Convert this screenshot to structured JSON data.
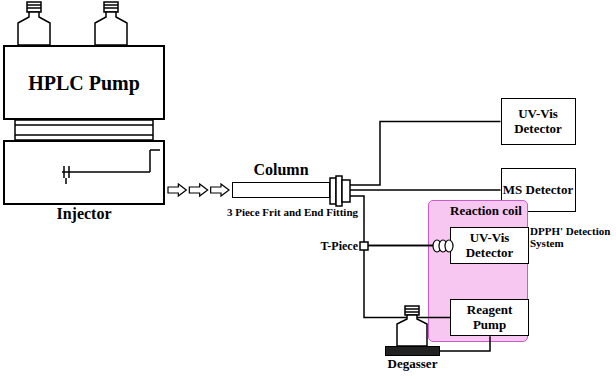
{
  "diagram": {
    "nodes": [
      {
        "text": [
          "HPLC Pump"
        ]
      },
      {
        "text": [
          "Injector"
        ]
      },
      {
        "text": [
          "Column"
        ]
      },
      {
        "text": [
          "UV-Vis Detector"
        ]
      },
      {
        "text": [
          "MS Detector"
        ]
      },
      {
        "text": [
          "DPPH' Detection System"
        ]
      },
      {
        "text": [
          "UV-Vis Detector"
        ],
        "in": 5
      },
      {
        "text": [
          "Reagent Pump"
        ],
        "in": 5
      },
      {
        "text": [
          "Degasser"
        ]
      }
    ],
    "edges": [
      {
        "from": 1,
        "to": 2,
        "arrow": "to"
      },
      {
        "from": 2,
        "to": 3,
        "arrow": "none"
      },
      {
        "from": 2,
        "to": 4,
        "arrow": "none"
      },
      {
        "from": 2,
        "to": 6,
        "arrow": "none"
      },
      {
        "from": 7,
        "to": 6,
        "arrow": "none"
      },
      {
        "from": 8,
        "to": 7,
        "arrow": "none"
      }
    ],
    "labels": [
      "Reaction coil",
      "T-Piece",
      "3 Piece Frit and End Fitting"
    ]
  }
}
